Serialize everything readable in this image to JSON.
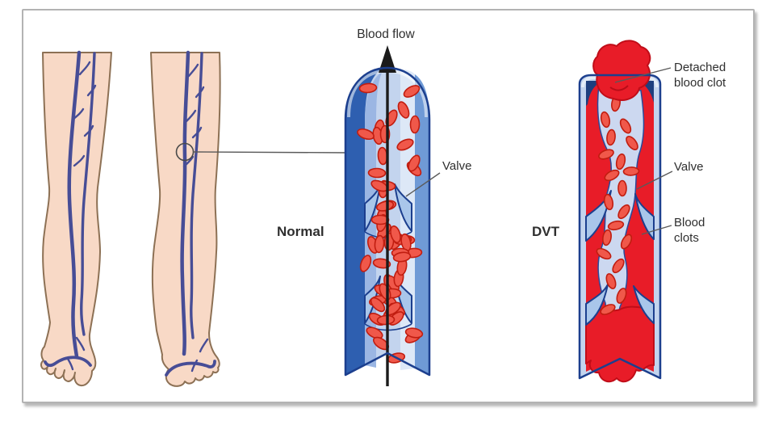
{
  "illustration": {
    "subject": "Deep vein thrombosis (DVT) vein diagram",
    "normal_panel": {
      "title": "Normal",
      "blood_flow_label": "Blood flow",
      "valve_label": "Valve"
    },
    "dvt_panel": {
      "title": "DVT",
      "detached_clot_label": "Detached blood clot",
      "valve_label": "Valve",
      "blood_clots_label": "Blood clots"
    },
    "colors": {
      "blood_red": "#e81c28",
      "blood_cell_fill": "#f0584a",
      "blood_cell_outline": "#c01d10",
      "vein_wall_dark": "#2e5fb0",
      "vein_wall_light": "#c3d4ee",
      "valve_fill": "#a9c6ea",
      "outline_navy": "#1c3f8e",
      "skin": "#f8d9c6",
      "leg_vein_blue": "#474d96",
      "label_text": "#2f2f2f"
    }
  }
}
